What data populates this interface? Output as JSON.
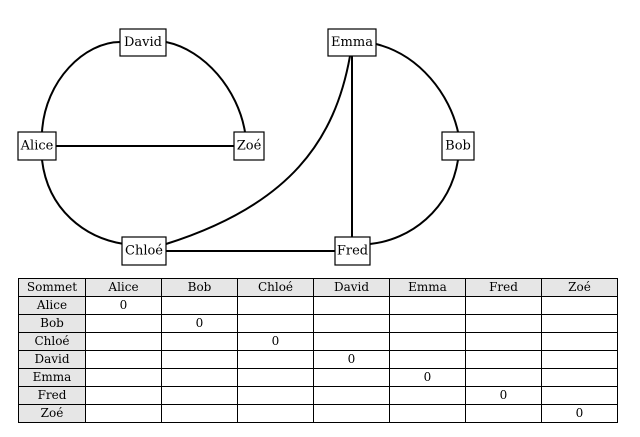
{
  "graph": {
    "nodes": {
      "david": "David",
      "emma": "Emma",
      "alice": "Alice",
      "zoe": "Zoé",
      "bob": "Bob",
      "chloe": "Chloé",
      "fred": "Fred"
    },
    "edges": [
      [
        "Alice",
        "David"
      ],
      [
        "David",
        "Zoé"
      ],
      [
        "Alice",
        "Zoé"
      ],
      [
        "Alice",
        "Chloé"
      ],
      [
        "Chloé",
        "Emma"
      ],
      [
        "Chloé",
        "Fred"
      ],
      [
        "Emma",
        "Fred"
      ],
      [
        "Emma",
        "Bob"
      ],
      [
        "Bob",
        "Fred"
      ]
    ]
  },
  "table": {
    "corner": "Sommet",
    "columns": [
      "Alice",
      "Bob",
      "Chloé",
      "David",
      "Emma",
      "Fred",
      "Zoé"
    ],
    "rows": [
      {
        "label": "Alice",
        "cells": [
          "0",
          "",
          "",
          "",
          "",
          "",
          ""
        ]
      },
      {
        "label": "Bob",
        "cells": [
          "",
          "0",
          "",
          "",
          "",
          "",
          ""
        ]
      },
      {
        "label": "Chloé",
        "cells": [
          "",
          "",
          "0",
          "",
          "",
          "",
          ""
        ]
      },
      {
        "label": "David",
        "cells": [
          "",
          "",
          "",
          "0",
          "",
          "",
          ""
        ]
      },
      {
        "label": "Emma",
        "cells": [
          "",
          "",
          "",
          "",
          "0",
          "",
          ""
        ]
      },
      {
        "label": "Fred",
        "cells": [
          "",
          "",
          "",
          "",
          "",
          "0",
          ""
        ]
      },
      {
        "label": "Zoé",
        "cells": [
          "",
          "",
          "",
          "",
          "",
          "",
          "0"
        ]
      }
    ]
  }
}
